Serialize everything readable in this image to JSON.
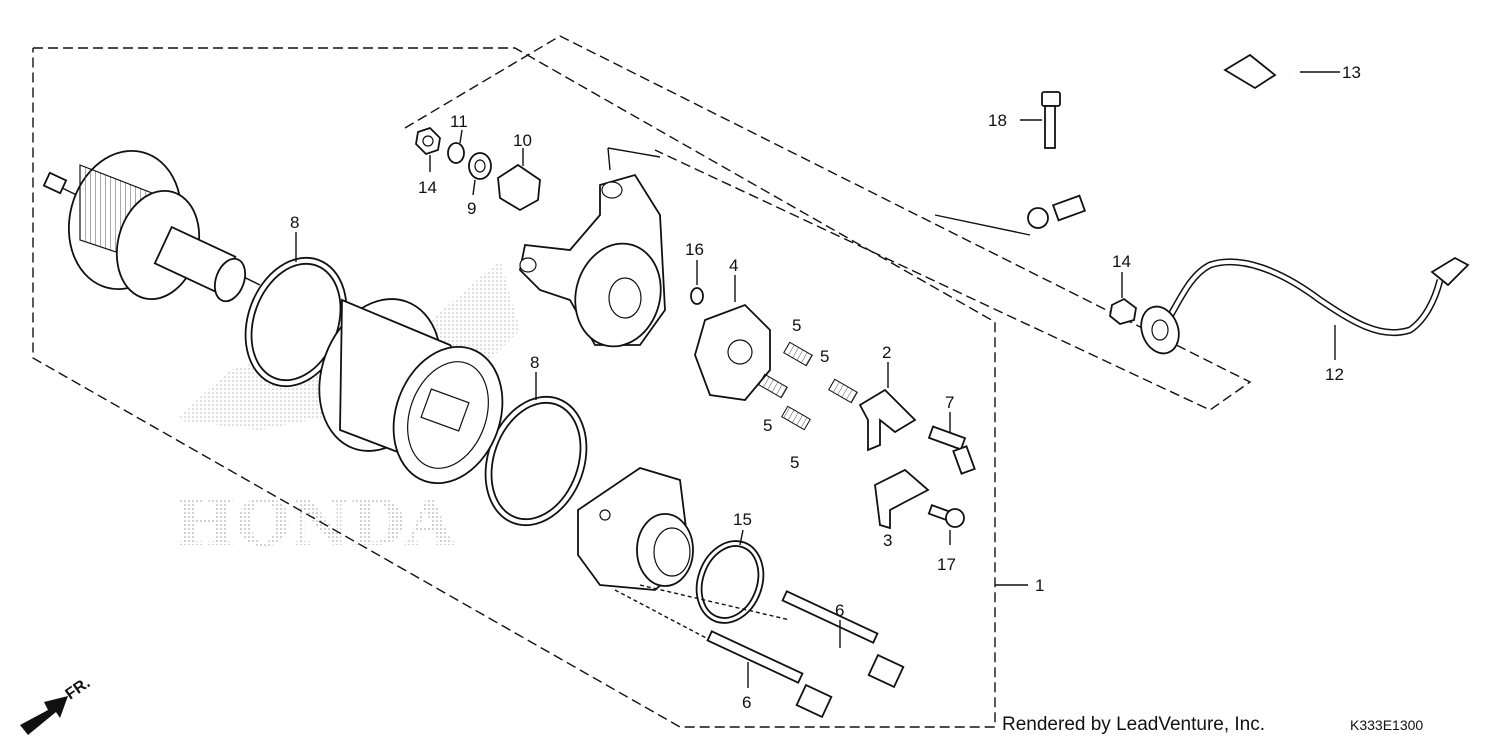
{
  "diagram": {
    "callouts": {
      "p1": "1",
      "p2": "2",
      "p3": "3",
      "p4": "4",
      "p5a": "5",
      "p5b": "5",
      "p5c": "5",
      "p5d": "5",
      "p6a": "6",
      "p6b": "6",
      "p7": "7",
      "p8a": "8",
      "p8b": "8",
      "p9": "9",
      "p10": "10",
      "p11": "11",
      "p12": "12",
      "p13": "13",
      "p14a": "14",
      "p14b": "14",
      "p15": "15",
      "p16": "16",
      "p17": "17",
      "p18": "18"
    },
    "direction_label": "FR.",
    "watermark": "HONDA",
    "footer": {
      "credit": "Rendered by LeadVenture, Inc.",
      "diagram_code": "K333E1300"
    }
  }
}
